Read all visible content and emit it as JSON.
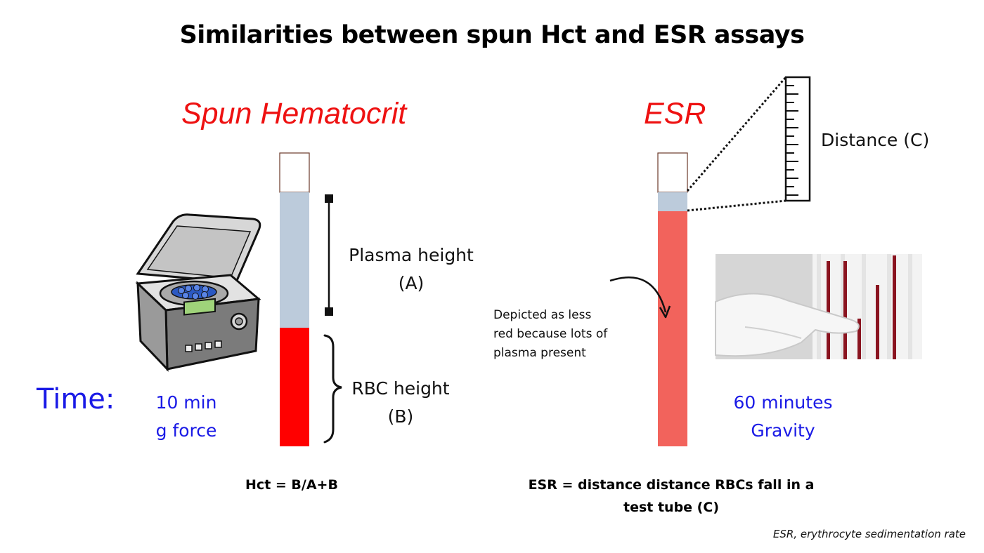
{
  "title": "Similarities between spun Hct and ESR assays",
  "hct": {
    "heading": "Spun Hematocrit",
    "plasma_label_1": "Plasma height",
    "plasma_label_2": "(A)",
    "rbc_label_1": "RBC height",
    "rbc_label_2": "(B)",
    "time_line_1": "10 min",
    "time_line_2": "g force",
    "formula": "Hct = B/A+B"
  },
  "esr": {
    "heading": "ESR",
    "distance_label": "Distance (C)",
    "note_1": "Depicted as less",
    "note_2": "red because lots of",
    "note_3": "plasma present",
    "time_line_1": "60 minutes",
    "time_line_2": "Gravity",
    "formula_1": "ESR = distance distance RBCs fall in a",
    "formula_2": "test tube (C)"
  },
  "time_label": "Time:",
  "footnote": "ESR, erythrocyte sedimentation rate",
  "colors": {
    "plasma": "#bccbdb",
    "rbc": "#ff0000",
    "esr_rbc": "#f2635c",
    "heading": "#ee1111",
    "time_text": "#1a1ae6"
  },
  "icons": {
    "centrifuge": "centrifuge-icon",
    "esr_photo": "esr-tubes-photo"
  }
}
